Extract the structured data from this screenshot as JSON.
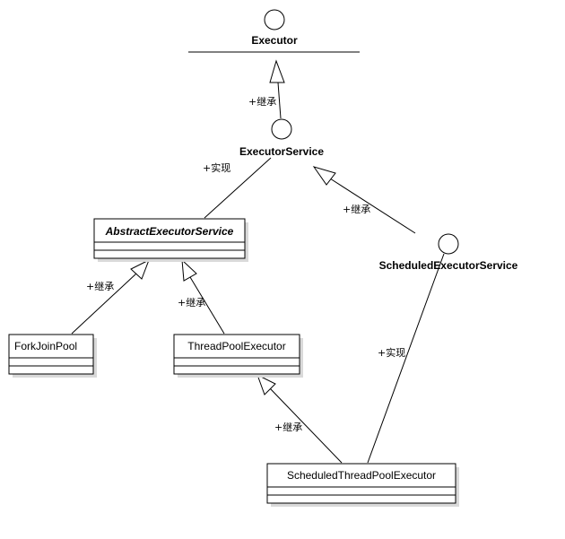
{
  "interfaces": {
    "executor": "Executor",
    "executor_service": "ExecutorService",
    "scheduled_executor_service": "ScheduledExecutorService"
  },
  "classes": {
    "abstract_executor_service": "AbstractExecutorService",
    "fork_join_pool": "ForkJoinPool",
    "thread_pool_executor": "ThreadPoolExecutor",
    "scheduled_thread_pool_executor": "ScheduledThreadPoolExecutor"
  },
  "edges": {
    "executor_service_extends_executor": "+继承",
    "abstract_implements_executor_service": "+实现",
    "scheduled_service_extends_executor_service": "+继承",
    "fork_join_extends_abstract": "+继承",
    "thread_pool_extends_abstract": "+继承",
    "scheduled_pool_extends_thread_pool": "+继承",
    "scheduled_pool_implements_scheduled_service": "+实现"
  }
}
